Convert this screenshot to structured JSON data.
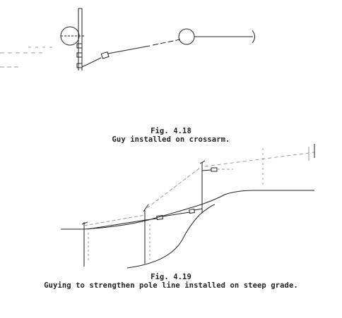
{
  "figure_18": {
    "number": "Fig. 4.18",
    "caption": "Guy installed on crossarm."
  },
  "figure_19": {
    "number": "Fig. 4.19",
    "caption": "Guying to strengthen pole line installed on steep grade."
  },
  "colors": {
    "ink": "#222222",
    "faint": "#9a9a9a",
    "background": "#ffffff"
  }
}
